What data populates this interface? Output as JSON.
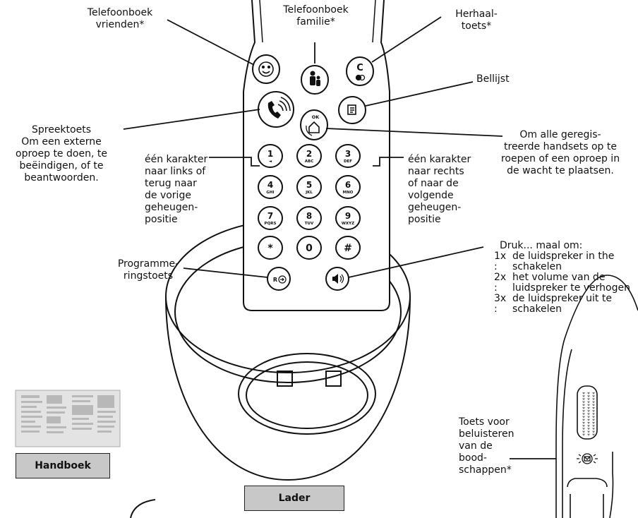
{
  "labels": {
    "tb_vrienden": "Telefoonboek\nvrienden*",
    "tb_familie": "Telefoonboek\nfamilie*",
    "herhaal": "Herhaal-\ntoets*",
    "bellijst": "Bellijst",
    "spreek": "Spreektoets\nOm een externe\noproep te doen, te\nbeëindigen, of te\nbeantwoorden.",
    "om_alle": "Om alle geregis-\ntreerde handsets op te\nroepen of een oproep in\nde wacht te plaatsen.",
    "links": "één karakter\nnaar links of\nterug naar\nde vorige\ngeheugen-\npositie",
    "rechts": "één karakter\nnaar rechts\nof naar de\nvolgende\ngeheugen-\npositie",
    "programme": "Programme-\nringstoets",
    "toets_voor": "Toets voor\nbeluisteren\nvan de\nbood-\nschappen*"
  },
  "druk": {
    "title": "Druk... maal om:",
    "items": [
      {
        "n": "1x :",
        "text": "de luidspreker in the\nschakelen"
      },
      {
        "n": "2x :",
        "text": "het volume van de\nluidspreker te verhogen"
      },
      {
        "n": "3x :",
        "text": "de luidspreker uit te\nschakelen"
      }
    ]
  },
  "boxes": {
    "handboek": "Handboek",
    "lader": "Lader"
  },
  "keys": [
    {
      "main": "1",
      "sub": "◄"
    },
    {
      "main": "2",
      "sub": "ABC"
    },
    {
      "main": "3",
      "sub": "DEF"
    },
    {
      "main": "4",
      "sub": "GHI"
    },
    {
      "main": "5",
      "sub": "JKL"
    },
    {
      "main": "6",
      "sub": "MNO"
    },
    {
      "main": "7",
      "sub": "PQRS"
    },
    {
      "main": "8",
      "sub": "TUV"
    },
    {
      "main": "9",
      "sub": "WXYZ"
    },
    {
      "main": "*",
      "sub": ""
    },
    {
      "main": "0",
      "sub": ""
    },
    {
      "main": "#",
      "sub": ""
    }
  ],
  "key_glyphs": {
    "clear": "C",
    "ok": "OK",
    "r": "R"
  },
  "colors": {
    "line": "#111111",
    "box_fill": "#c8c8c8",
    "key_fill": "#ffffff",
    "phone_fill": "#ffffff"
  },
  "icons": [
    "smiley-icon",
    "family-icon",
    "clear-icon",
    "call-list-icon",
    "talk-icon",
    "ok-home-icon",
    "r-icon",
    "speaker-icon",
    "message-icon",
    "handbook-icon"
  ]
}
